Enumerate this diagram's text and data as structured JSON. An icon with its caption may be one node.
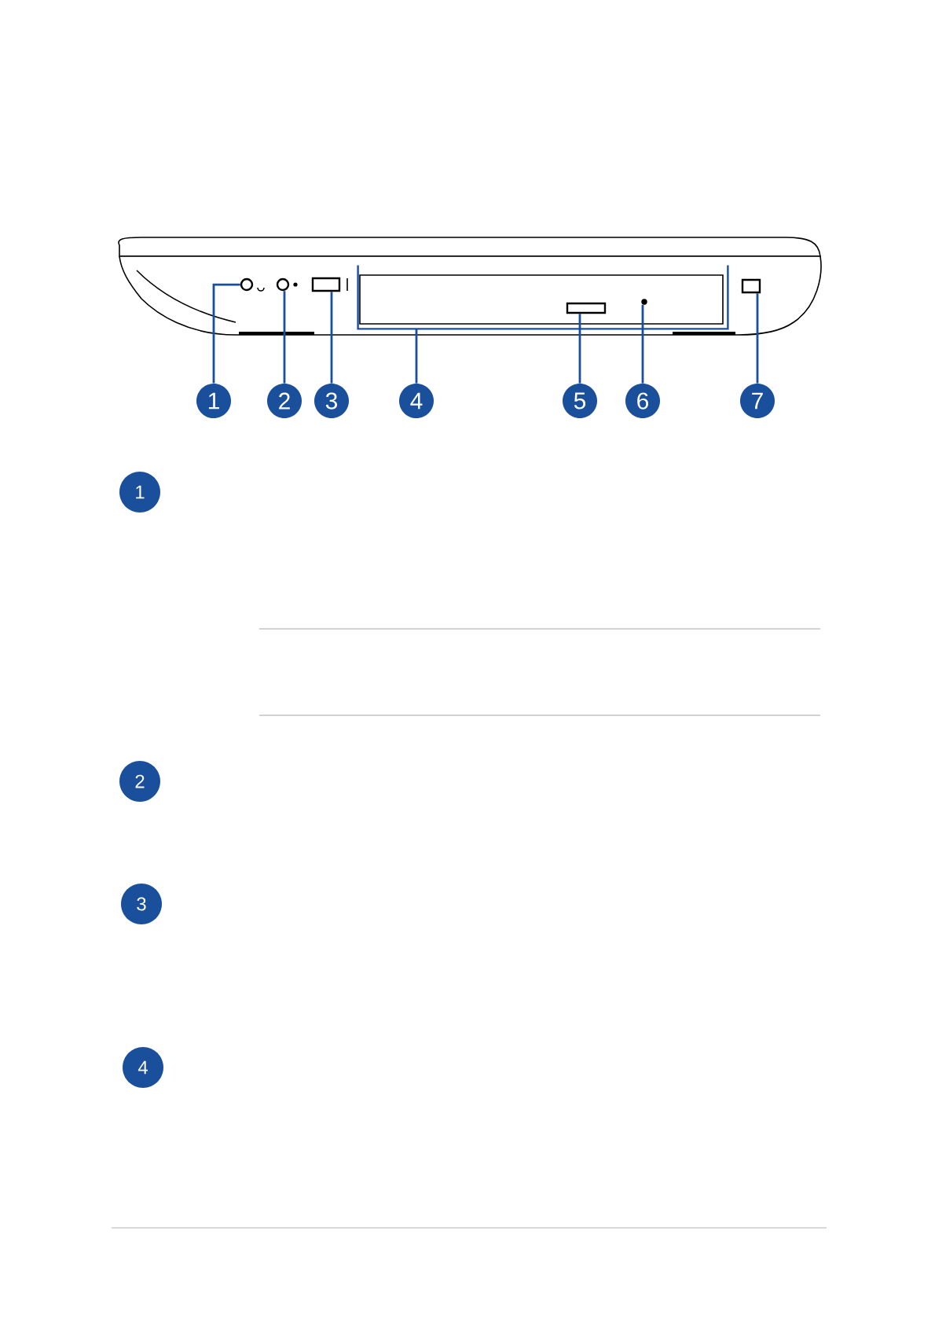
{
  "diagram": {
    "nodes": [
      {
        "text": [
          "1"
        ]
      },
      {
        "text": [
          "2"
        ]
      },
      {
        "text": [
          "3"
        ]
      },
      {
        "text": [
          "4"
        ]
      },
      {
        "text": [
          "5"
        ]
      },
      {
        "text": [
          "6"
        ]
      },
      {
        "text": [
          "7"
        ]
      },
      {
        "text": [
          "1"
        ]
      },
      {
        "text": [
          "2"
        ]
      },
      {
        "text": [
          "3"
        ]
      },
      {
        "text": [
          "4"
        ]
      },
      {
        "text": [],
        "shape": "circle"
      },
      {
        "text": [],
        "shape": "circle"
      },
      {
        "text": [],
        "shape": "box"
      },
      {
        "text": [],
        "shape": "bracket"
      },
      {
        "text": [],
        "shape": "box",
        "in": 14
      },
      {
        "text": [],
        "shape": "circle",
        "in": 14
      },
      {
        "text": [],
        "shape": "box"
      }
    ],
    "edges": [
      {
        "from": 0,
        "to": 11,
        "arrow": "none"
      },
      {
        "from": 1,
        "to": 12,
        "arrow": "none"
      },
      {
        "from": 2,
        "to": 13,
        "arrow": "none"
      },
      {
        "from": 3,
        "to": 14,
        "arrow": "none"
      },
      {
        "from": 4,
        "to": 15,
        "arrow": "none"
      },
      {
        "from": 5,
        "to": 16,
        "arrow": "none"
      },
      {
        "from": 6,
        "to": 17,
        "arrow": "none"
      }
    ]
  }
}
